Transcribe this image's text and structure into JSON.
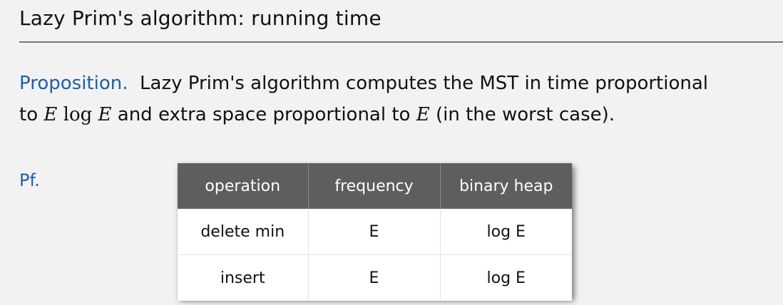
{
  "title": "Lazy Prim's algorithm:  running time",
  "proposition": {
    "label": "Proposition.",
    "line1": "Lazy Prim's algorithm computes the MST in time proportional",
    "line2_prefix": "to ",
    "math_E1": "E",
    "math_log": "log",
    "math_E2": "E",
    "line2_middle": " and extra space proportional to ",
    "math_E3": "E",
    "line2_suffix": " (in the worst case)."
  },
  "proof": {
    "label": "Pf."
  },
  "table": {
    "headers": [
      "operation",
      "frequency",
      "binary heap"
    ],
    "rows": [
      [
        "delete min",
        "E",
        "log E"
      ],
      [
        "insert",
        "E",
        "log E"
      ]
    ]
  },
  "colors": {
    "accent_blue": "#1f5fa8",
    "header_gray": "#5e5e5e",
    "background": "#f2f2f2"
  }
}
